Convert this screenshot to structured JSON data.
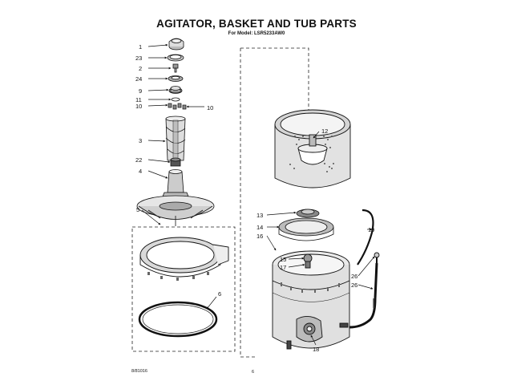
{
  "title": "AGITATOR, BASKET AND TUB PARTS",
  "model_line": "For Model: LSR5233AW0",
  "doc_code": "8/81016",
  "page_number": "6",
  "part_labels": {
    "p1": "1",
    "p23": "23",
    "p2": "2",
    "p24": "24",
    "p9": "9",
    "p11": "11",
    "p10a": "10",
    "p10b": "10",
    "p3": "3",
    "p22": "22",
    "p4": "4",
    "p5": "5",
    "p6": "6",
    "p12": "12",
    "p13": "13",
    "p14": "14",
    "p16": "16",
    "p15": "15",
    "p17": "17",
    "p18": "18",
    "p19": "19",
    "p26a": "26",
    "p26b": "26"
  }
}
